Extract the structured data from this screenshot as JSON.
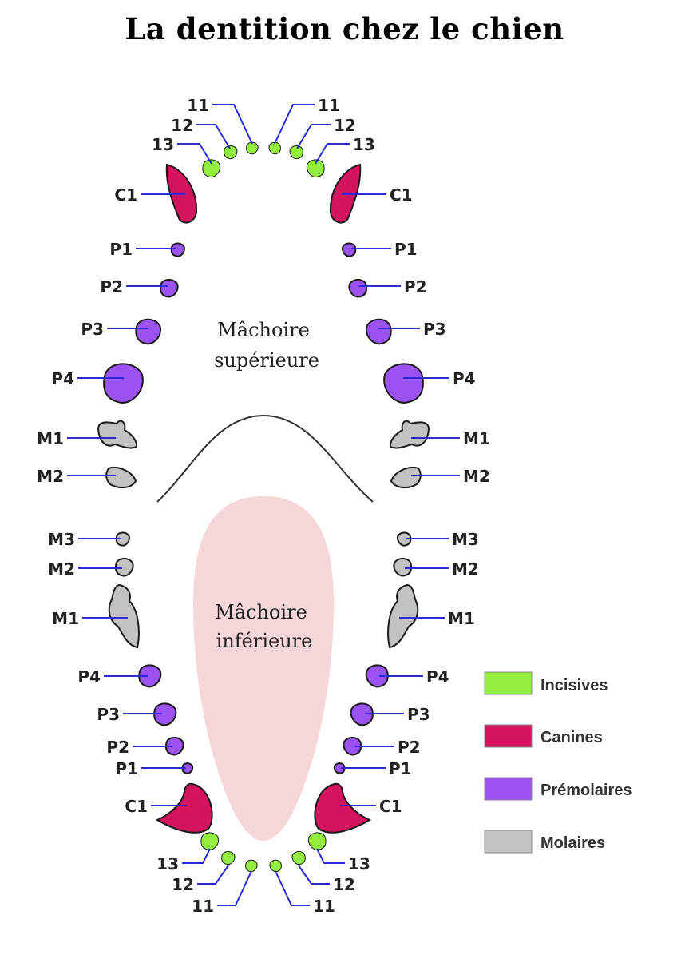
{
  "title": "La dentition chez le chien",
  "jaw_labels": {
    "upper": [
      "Mâchoire",
      "supérieure"
    ],
    "lower": [
      "Mâchoire",
      "inférieure"
    ]
  },
  "colors": {
    "incisor": "#92ee3f",
    "canine": "#d4145f",
    "premolar": "#9b52f0",
    "molar": "#c2c2c2",
    "outline": "#1a1a1a",
    "leader": "#2a2ad6",
    "tongue": "#f6d7d9",
    "palate": "#333333"
  },
  "upper_teeth": [
    {
      "label": "11",
      "type": "incisor"
    },
    {
      "label": "12",
      "type": "incisor"
    },
    {
      "label": "13",
      "type": "incisor"
    },
    {
      "label": "C1",
      "type": "canine"
    },
    {
      "label": "P1",
      "type": "premolar"
    },
    {
      "label": "P2",
      "type": "premolar"
    },
    {
      "label": "P3",
      "type": "premolar"
    },
    {
      "label": "P4",
      "type": "premolar"
    },
    {
      "label": "M1",
      "type": "molar"
    },
    {
      "label": "M2",
      "type": "molar"
    }
  ],
  "lower_teeth": [
    {
      "label": "M3",
      "type": "molar"
    },
    {
      "label": "M2",
      "type": "molar"
    },
    {
      "label": "M1",
      "type": "molar"
    },
    {
      "label": "P4",
      "type": "premolar"
    },
    {
      "label": "P3",
      "type": "premolar"
    },
    {
      "label": "P2",
      "type": "premolar"
    },
    {
      "label": "P1",
      "type": "premolar"
    },
    {
      "label": "C1",
      "type": "canine"
    },
    {
      "label": "13",
      "type": "incisor"
    },
    {
      "label": "12",
      "type": "incisor"
    },
    {
      "label": "11",
      "type": "incisor"
    }
  ],
  "legend": [
    {
      "label": "Incisives",
      "type": "incisor"
    },
    {
      "label": "Canines",
      "type": "canine"
    },
    {
      "label": "Prémolaires",
      "type": "premolar"
    },
    {
      "label": "Molaires",
      "type": "molar"
    }
  ]
}
